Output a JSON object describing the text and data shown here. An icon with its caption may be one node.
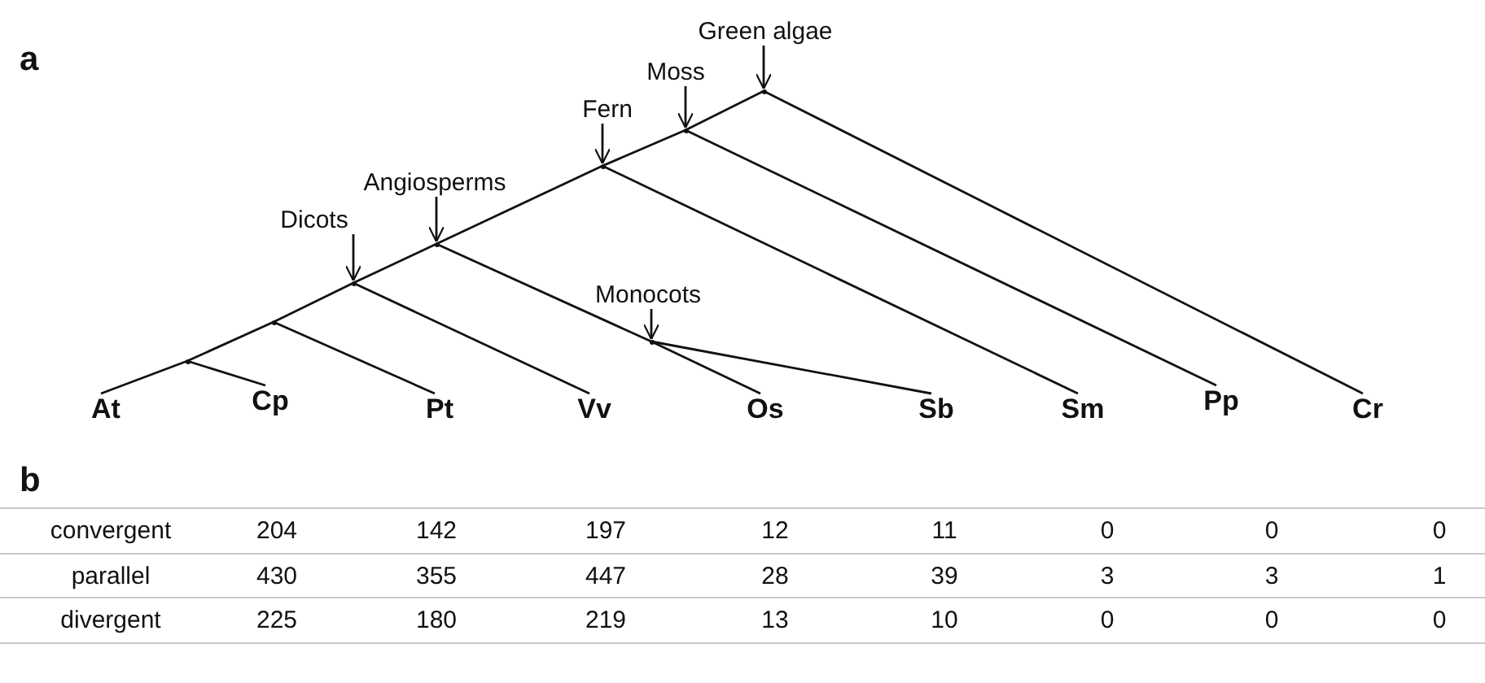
{
  "diagram": {
    "nodes": [
      {
        "text": [
          "Green algae"
        ]
      },
      {
        "text": [
          "Moss"
        ]
      },
      {
        "text": [
          "Fern"
        ]
      },
      {
        "text": [
          "Angiosperms"
        ]
      },
      {
        "text": [
          "Dicots"
        ]
      },
      {
        "text": [
          "Monocots"
        ]
      },
      {
        "text": [],
        "shape": "point"
      },
      {
        "text": [],
        "shape": "point"
      },
      {
        "text": [],
        "shape": "point"
      },
      {
        "text": [],
        "shape": "point"
      },
      {
        "text": [],
        "shape": "point"
      },
      {
        "text": [],
        "shape": "point"
      },
      {
        "text": [],
        "shape": "point"
      },
      {
        "text": [],
        "shape": "point"
      },
      {
        "text": [
          "At"
        ]
      },
      {
        "text": [
          "Cp"
        ]
      },
      {
        "text": [
          "Pt"
        ]
      },
      {
        "text": [
          "Vv"
        ]
      },
      {
        "text": [
          "Os"
        ]
      },
      {
        "text": [
          "Sb"
        ]
      },
      {
        "text": [
          "Sm"
        ]
      },
      {
        "text": [
          "Pp"
        ]
      },
      {
        "text": [
          "Cr"
        ]
      }
    ],
    "edges": [
      {
        "from": 0,
        "to": 6,
        "arrow": "to"
      },
      {
        "from": 1,
        "to": 7,
        "arrow": "to"
      },
      {
        "from": 2,
        "to": 8,
        "arrow": "to"
      },
      {
        "from": 3,
        "to": 9,
        "arrow": "to"
      },
      {
        "from": 4,
        "to": 10,
        "arrow": "to"
      },
      {
        "from": 5,
        "to": 13,
        "arrow": "to"
      },
      {
        "from": 6,
        "to": 7,
        "arrow": "none"
      },
      {
        "from": 7,
        "to": 8,
        "arrow": "none"
      },
      {
        "from": 8,
        "to": 9,
        "arrow": "none"
      },
      {
        "from": 9,
        "to": 10,
        "arrow": "none"
      },
      {
        "from": 10,
        "to": 11,
        "arrow": "none"
      },
      {
        "from": 11,
        "to": 12,
        "arrow": "none"
      },
      {
        "from": 6,
        "to": 22,
        "arrow": "none"
      },
      {
        "from": 7,
        "to": 21,
        "arrow": "none"
      },
      {
        "from": 8,
        "to": 20,
        "arrow": "none"
      },
      {
        "from": 9,
        "to": 13,
        "arrow": "none"
      },
      {
        "from": 13,
        "to": 18,
        "arrow": "none"
      },
      {
        "from": 13,
        "to": 19,
        "arrow": "none"
      },
      {
        "from": 10,
        "to": 17,
        "arrow": "none"
      },
      {
        "from": 11,
        "to": 16,
        "arrow": "none"
      },
      {
        "from": 12,
        "to": 15,
        "arrow": "none"
      },
      {
        "from": 12,
        "to": 14,
        "arrow": "none"
      }
    ],
    "labels": [
      "a",
      "b",
      "convergent",
      "204",
      "142",
      "197",
      "12",
      "11",
      "0",
      "0",
      "0",
      "parallel",
      "430",
      "355",
      "447",
      "28",
      "39",
      "3",
      "3",
      "1",
      "divergent",
      "225",
      "180",
      "219",
      "13",
      "10",
      "0",
      "0",
      "0"
    ]
  }
}
